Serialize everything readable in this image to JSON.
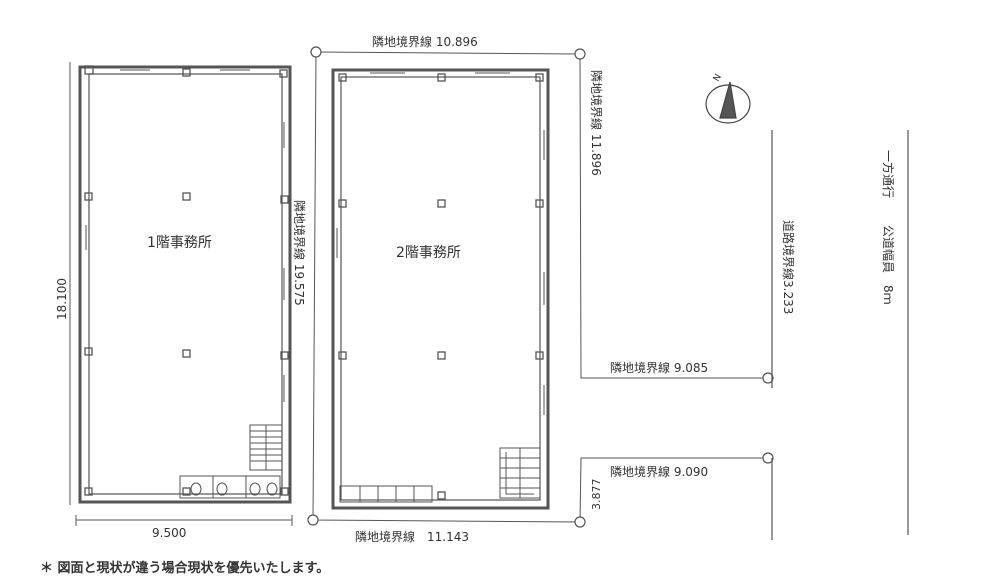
{
  "floors": {
    "first_floor": "1階事務所",
    "second_floor": "2階事務所"
  },
  "dimensions": {
    "first_height": "18.100",
    "first_width": "9.500",
    "boundary_top": "隣地境界線 10.896",
    "boundary_right_upper": "隣地境界線 11.896",
    "boundary_left": "隣地境界線 19.575",
    "boundary_mid": "隣地境界線 9.085",
    "boundary_lower": "隣地境界線 9.090",
    "boundary_bottom": "隣地境界線　11.143",
    "small_dim": "3.877",
    "road_boundary": "道路境界線3.233"
  },
  "road": {
    "one_way": "一方通行",
    "public_road": "公道幅員　8ｍ"
  },
  "north_mark": "N",
  "note": "＊ 図面と現状が違う場合現状を優先いたします。"
}
